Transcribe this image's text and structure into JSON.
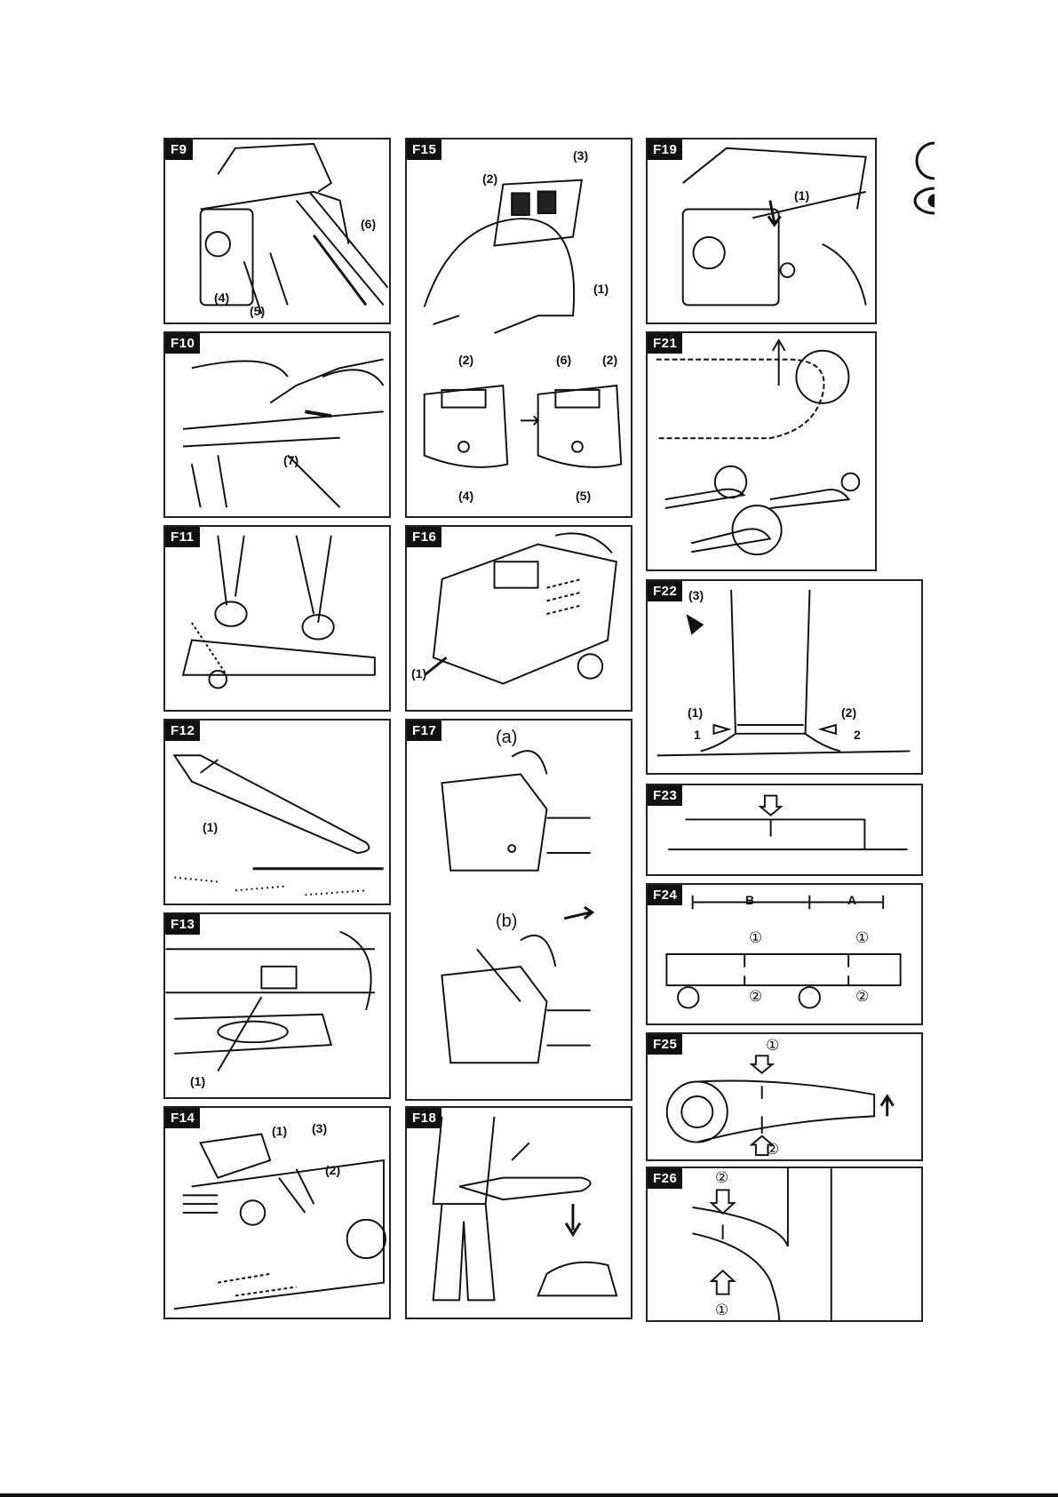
{
  "panels": {
    "F9": {
      "title": "F9",
      "labels": {
        "l4": "(4)",
        "l5": "(5)",
        "l6": "(6)"
      }
    },
    "F10": {
      "title": "F10",
      "labels": {
        "l7": "(7)"
      }
    },
    "F11": {
      "title": "F11"
    },
    "F12": {
      "title": "F12",
      "labels": {
        "l1": "(1)"
      }
    },
    "F13": {
      "title": "F13",
      "labels": {
        "l1": "(1)"
      }
    },
    "F14": {
      "title": "F14",
      "labels": {
        "l1": "(1)",
        "l2": "(2)",
        "l3": "(3)"
      }
    },
    "F15": {
      "title": "F15",
      "labels": {
        "l1": "(1)",
        "l2": "(2)",
        "l3": "(3)",
        "l2b": "(2)",
        "l4": "(4)",
        "l6": "(6)",
        "l2c": "(2)",
        "l5": "(5)"
      }
    },
    "F16": {
      "title": "F16",
      "labels": {
        "l1": "(1)"
      }
    },
    "F17": {
      "title": "F17",
      "labels": {
        "a": "(a)",
        "b": "(b)"
      }
    },
    "F18": {
      "title": "F18"
    },
    "F19": {
      "title": "F19",
      "labels": {
        "l1": "(1)"
      }
    },
    "F21": {
      "title": "F21"
    },
    "F22": {
      "title": "F22",
      "labels": {
        "l3": "(3)",
        "l1": "(1)",
        "l2": "(2)",
        "n1": "1",
        "n2": "2"
      }
    },
    "F23": {
      "title": "F23"
    },
    "F24": {
      "title": "F24",
      "labels": {
        "B": "B",
        "A": "A",
        "c1a": "①",
        "c2a": "②",
        "c1b": "①",
        "c2b": "②"
      }
    },
    "F25": {
      "title": "F25",
      "labels": {
        "c1": "①",
        "c2": "②"
      }
    },
    "F26": {
      "title": "F26",
      "labels": {
        "c2": "②",
        "c1": "①"
      }
    }
  }
}
